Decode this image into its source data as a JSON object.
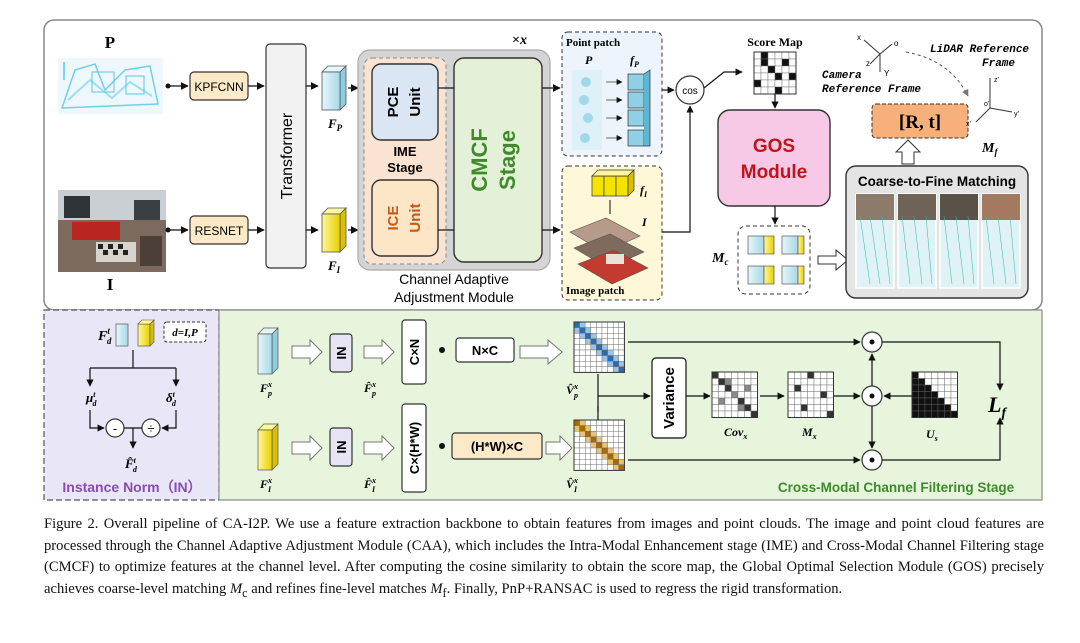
{
  "labels": {
    "p_title": "P",
    "i_title": "I",
    "kpfcnn": "KPFCNN",
    "resnet": "RESNET",
    "transformer": "Transformer",
    "f_p": "F_P",
    "f_i": "F_I",
    "pce1": "PCE",
    "pce2": "Unit",
    "ice1": "ICE",
    "ice2": "Unit",
    "ime1": "IME",
    "ime2": "Stage",
    "cmcf1": "CMCF",
    "cmcf2": "Stage",
    "times_x": "×x",
    "caa1": "Channel Adaptive",
    "caa2": "Adjustment Module",
    "point_patch": "Point patch",
    "pp_p": "P",
    "pp_fp": "f_P",
    "image_patch": "Image patch",
    "ip_fi": "f_I",
    "ip_i": "I",
    "cos": "cos",
    "score_map": "Score Map",
    "gos1": "GOS",
    "gos2": "Module",
    "mc": "M_c",
    "rt": "[R,  t]",
    "mf": "M_f",
    "c2f": "Coarse-to-Fine Matching",
    "cam1": "Camera",
    "cam2": "Reference Frame",
    "lidar1": "LiDAR Reference",
    "lidar2": "Frame",
    "ax_x": "x",
    "ax_o": "o",
    "ax_z": "z",
    "ax_y": "Y",
    "ax_z2": "z'",
    "ax_o2": "o'",
    "ax_x2": "x'",
    "ax_y2": "y'",
    "in_box": "IN",
    "cxn": "C×N",
    "nxc": "N×C",
    "chw": "C×(H*W)",
    "hwc": "(H*W)×C",
    "variance": "Variance",
    "covx": "Cov_x",
    "mx": "M_x",
    "us": "U_s",
    "lf": "L_f",
    "fpx": "F_p^x",
    "fix": "F_I^x",
    "fpx_hat": "F̂_p^x",
    "fix_hat": "F̂_I^x",
    "vpx": "V̂_p^x",
    "vix": "V̂_I^x",
    "fdt": "F_d^t",
    "d_ip": "d=I,P",
    "mu": "μ_d^t",
    "delta": "δ_d^t",
    "minus": "-",
    "div": "÷",
    "fdt_hat": "F̂_d^t",
    "in_title": "Instance Norm（IN）",
    "cmcf_title": "Cross-Modal Channel Filtering Stage"
  },
  "caption": {
    "l1": "Figure 2. Overall pipeline of CA-I2P. We use a feature extraction backbone to obtain features from images and point clouds. The image and",
    "l2": "point cloud features are processed through the Channel Adaptive Adjustment Module (CAA), which includes the Intra-Modal Enhancement",
    "l3": "stage (IME) and Cross-Modal Channel Filtering stage (CMCF) to optimize features at the channel level.  After computing the cosine",
    "l4a": "similarity to obtain the score map, the Global Optimal Selection Module (GOS) precisely achieves coarse-level matching ",
    "l4m": "M",
    "l4s": "c",
    "l4b": " and refines",
    "l5a": "fine-level matches ",
    "l5m": "M",
    "l5s": "f",
    "l5b": ". Finally, PnP+RANSAC is used to regress the rigid transformation."
  },
  "colors": {
    "kp_box": "#fbe9c8",
    "pce_box": "#dbe6f5",
    "ice_box": "#fde6c6",
    "ime_bg": "#fbe3d2",
    "cmcf_box": "#e4f1d8",
    "cmcf_text": "#3f8a2a",
    "gos_box": "#f7c9e6",
    "gos_text": "#c0141c",
    "rt_box": "#f7b07a",
    "green_panel": "#e6f5dc",
    "lavender": "#e8e6f7",
    "in_title": "#8a4bb5",
    "cmcf_title": "#3f8a2a",
    "cyan": "#bfe4ef",
    "yellow": "#f4e300"
  }
}
